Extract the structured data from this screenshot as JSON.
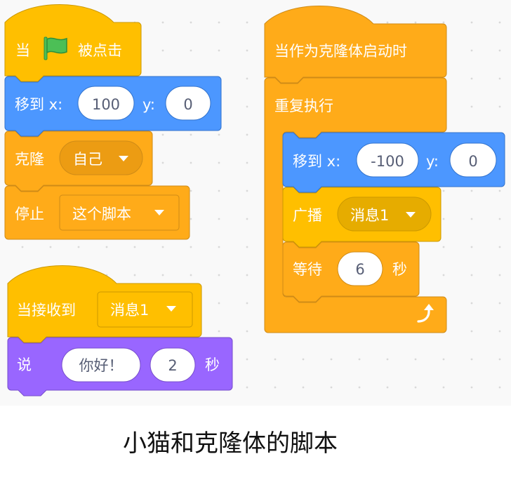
{
  "colors": {
    "events": "#ffbf00",
    "events_dark": "#cc9900",
    "events_field": "#e6ac00",
    "motion": "#4c97ff",
    "motion_dark": "#3373cc",
    "control": "#ffab19",
    "control_dark": "#cf8b17",
    "control_field": "#ec9c13",
    "looks": "#9966ff",
    "looks_dark": "#774dcb",
    "flag_green": "#4cbf56"
  },
  "script_green_flag": {
    "when_label": "当",
    "flag_icon": "green-flag-icon",
    "clicked_label": "被点击",
    "goto": {
      "label": "移到 x:",
      "x": "100",
      "y_label": "y:",
      "y": "0"
    },
    "clone": {
      "label": "克隆",
      "target": "自己"
    },
    "stop": {
      "label": "停止",
      "option": "这个脚本"
    }
  },
  "script_receive": {
    "when_label": "当接收到",
    "message": "消息1",
    "say": {
      "label": "说",
      "text": "你好！",
      "secs": "2",
      "unit": "秒"
    }
  },
  "script_clone": {
    "hat_label": "当作为克隆体启动时",
    "forever_label": "重复执行",
    "goto": {
      "label": "移到 x:",
      "x": "-100",
      "y_label": "y:",
      "y": "0"
    },
    "broadcast": {
      "label": "广播",
      "message": "消息1"
    },
    "wait": {
      "label": "等待",
      "secs": "6",
      "unit": "秒"
    },
    "loop_icon": "loop-arrow-icon"
  },
  "caption": "小猫和克隆体的脚本"
}
